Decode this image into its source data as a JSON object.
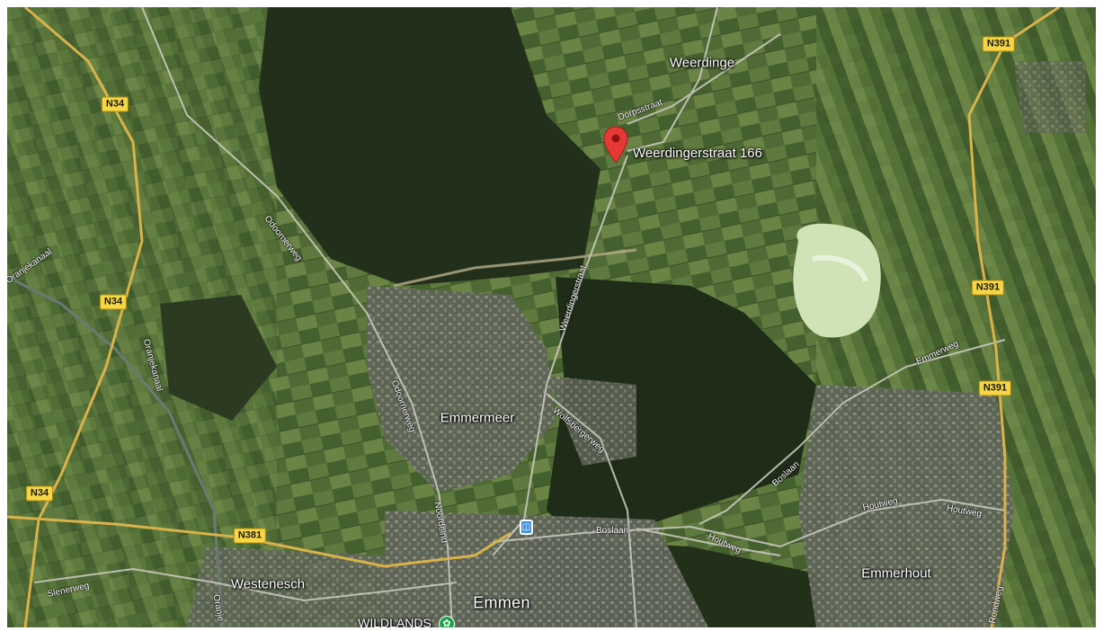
{
  "map": {
    "type": "satellite",
    "marker": {
      "label": "Weerdingerstraat 166",
      "color": "#e53935"
    },
    "places": {
      "weerdinge": "Weerdinge",
      "emmermeer": "Emmermeer",
      "westenesch": "Westenesch",
      "emmen": "Emmen",
      "emmerhout": "Emmerhout",
      "wildlands": "WILDLANDS"
    },
    "streets": {
      "dorpsstraat": "Dorpsstraat",
      "odoornerweg_north": "Odoornerweg",
      "odoornerweg_south": "Odoornerweg",
      "weerdingerstraat": "Weerdingerstraat",
      "wolfsbergerweg": "Wolfsbergerweg",
      "emmerweg": "Emmerweg",
      "boslaan_ne": "Boslaan",
      "boslaan_south": "Boslaan",
      "houtweg_1": "Houtweg",
      "houtweg_2": "Houtweg",
      "houtweg_3": "Houtweg",
      "noordeind": "Noordeind",
      "slenerweg": "Slenerweg",
      "rondweg": "Rondweg",
      "oranjekanaal_west": "Oranjekanaal",
      "oranjekanaal_mid": "Oranjekanaal",
      "oranjekanaal_south": "Oranje"
    },
    "shields": {
      "n34_a": "N34",
      "n34_b": "N34",
      "n34_c": "N34",
      "n391_a": "N391",
      "n391_b": "N391",
      "n391_c": "N391",
      "n381": "N381"
    },
    "icons": {
      "marker": "map-pin-icon",
      "station": "train-station-icon",
      "wildlands": "zoo-icon"
    },
    "colors": {
      "forest": "#22301b",
      "field": "#56703a",
      "urban": "#6f7367",
      "lake": "#cfe3b6",
      "road_major": "#d9b24a",
      "road_minor": "#c9c9bf"
    }
  }
}
